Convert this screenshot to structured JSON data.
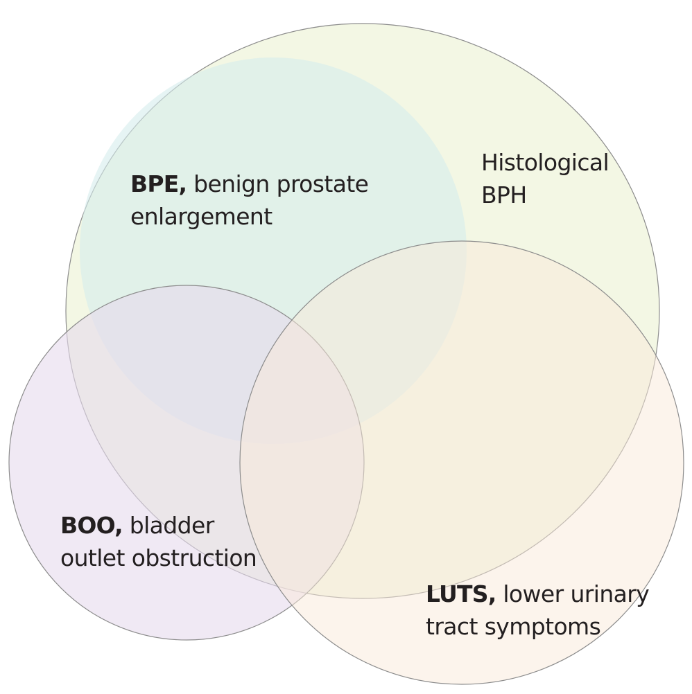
{
  "sets": {
    "histological_bph": {
      "line1": "Histological",
      "line2": "BPH",
      "color": "#eef3d9"
    },
    "bpe": {
      "abbr": "BPE,",
      "line1": "benign prostate",
      "line2": "enlargement",
      "color": "#d6ecec"
    },
    "boo": {
      "abbr": "BOO,",
      "line1": "bladder",
      "line2": "outlet obstruction",
      "color": "#e6dbec"
    },
    "luts": {
      "abbr": "LUTS,",
      "line1": "lower urinary",
      "line2": "tract symptoms",
      "color": "#faead9"
    }
  },
  "outline_color": "#8c8c8c",
  "text_color": "#231f20"
}
